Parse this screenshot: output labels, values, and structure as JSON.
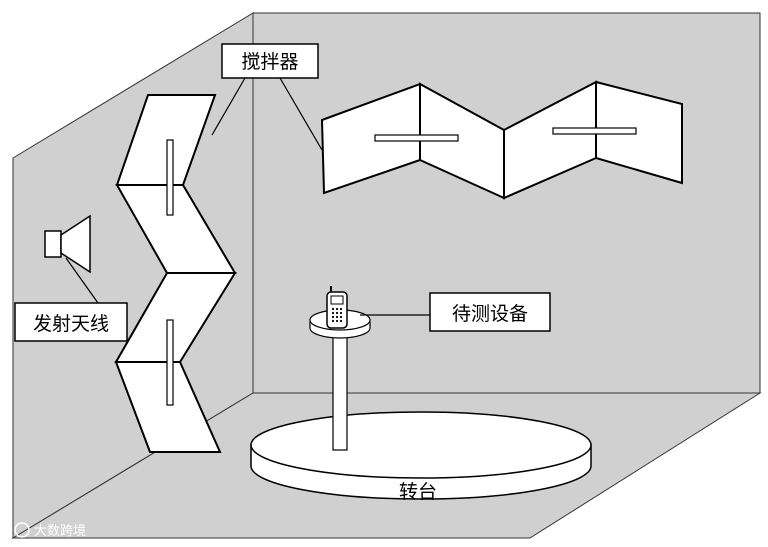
{
  "labels": {
    "stirrer": "搅拌器",
    "transmit_antenna": "发射天线",
    "device_under_test": "待测设备",
    "turntable": "转台"
  },
  "watermark": "大数跨境",
  "colors": {
    "room_wall": "#d0d0d0",
    "panel": "#ffffff",
    "outline": "#000000"
  }
}
